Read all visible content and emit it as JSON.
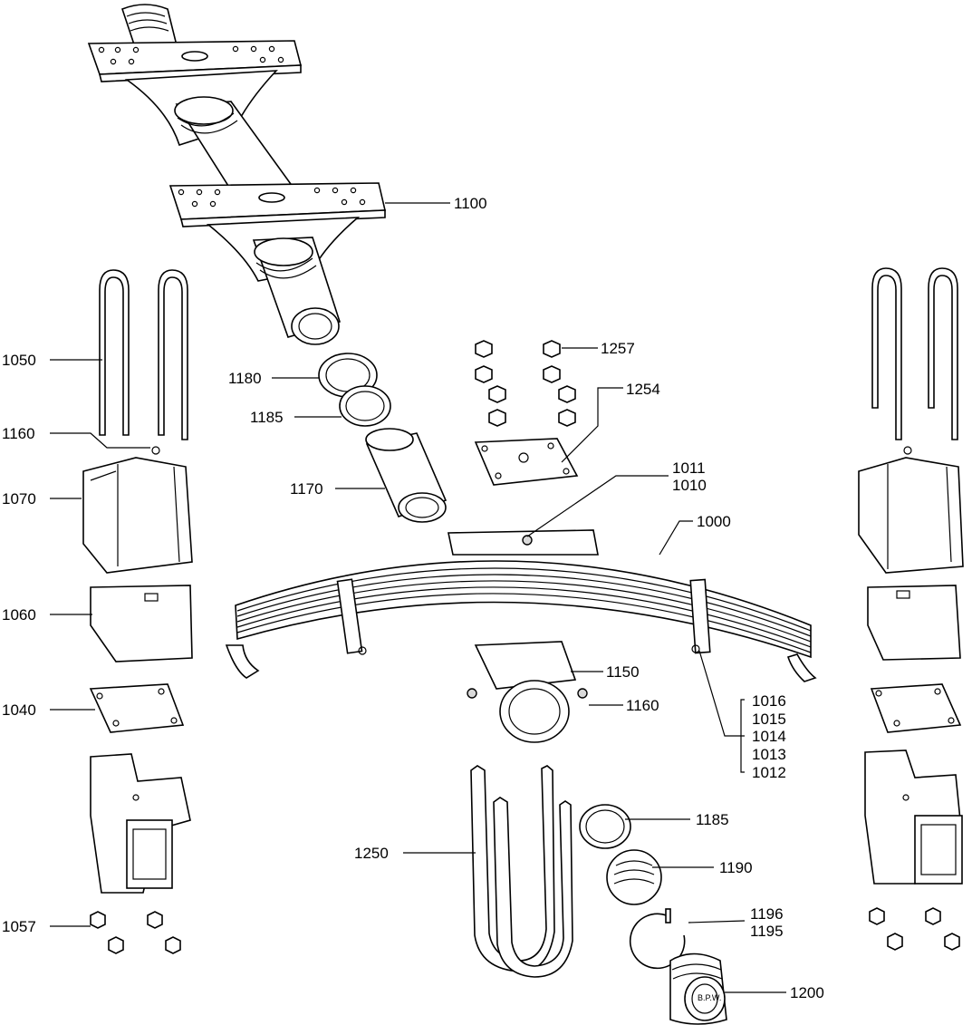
{
  "labels": {
    "l1000": "1000",
    "l1010": "1010",
    "l1011": "1011",
    "l1012": "1012",
    "l1013": "1013",
    "l1014": "1014",
    "l1015": "1015",
    "l1016": "1016",
    "l1040": "1040",
    "l1050": "1050",
    "l1057": "1057",
    "l1060": "1060",
    "l1070": "1070",
    "l1100": "1100",
    "l1150": "1150",
    "l1160a": "1160",
    "l1160b": "1160",
    "l1170": "1170",
    "l1180": "1180",
    "l1185a": "1185",
    "l1185b": "1185",
    "l1190": "1190",
    "l1195": "1195",
    "l1196": "1196",
    "l1200": "1200",
    "l1250": "1250",
    "l1254": "1254",
    "l1257": "1257"
  },
  "hubcap_text": "B.P.W."
}
